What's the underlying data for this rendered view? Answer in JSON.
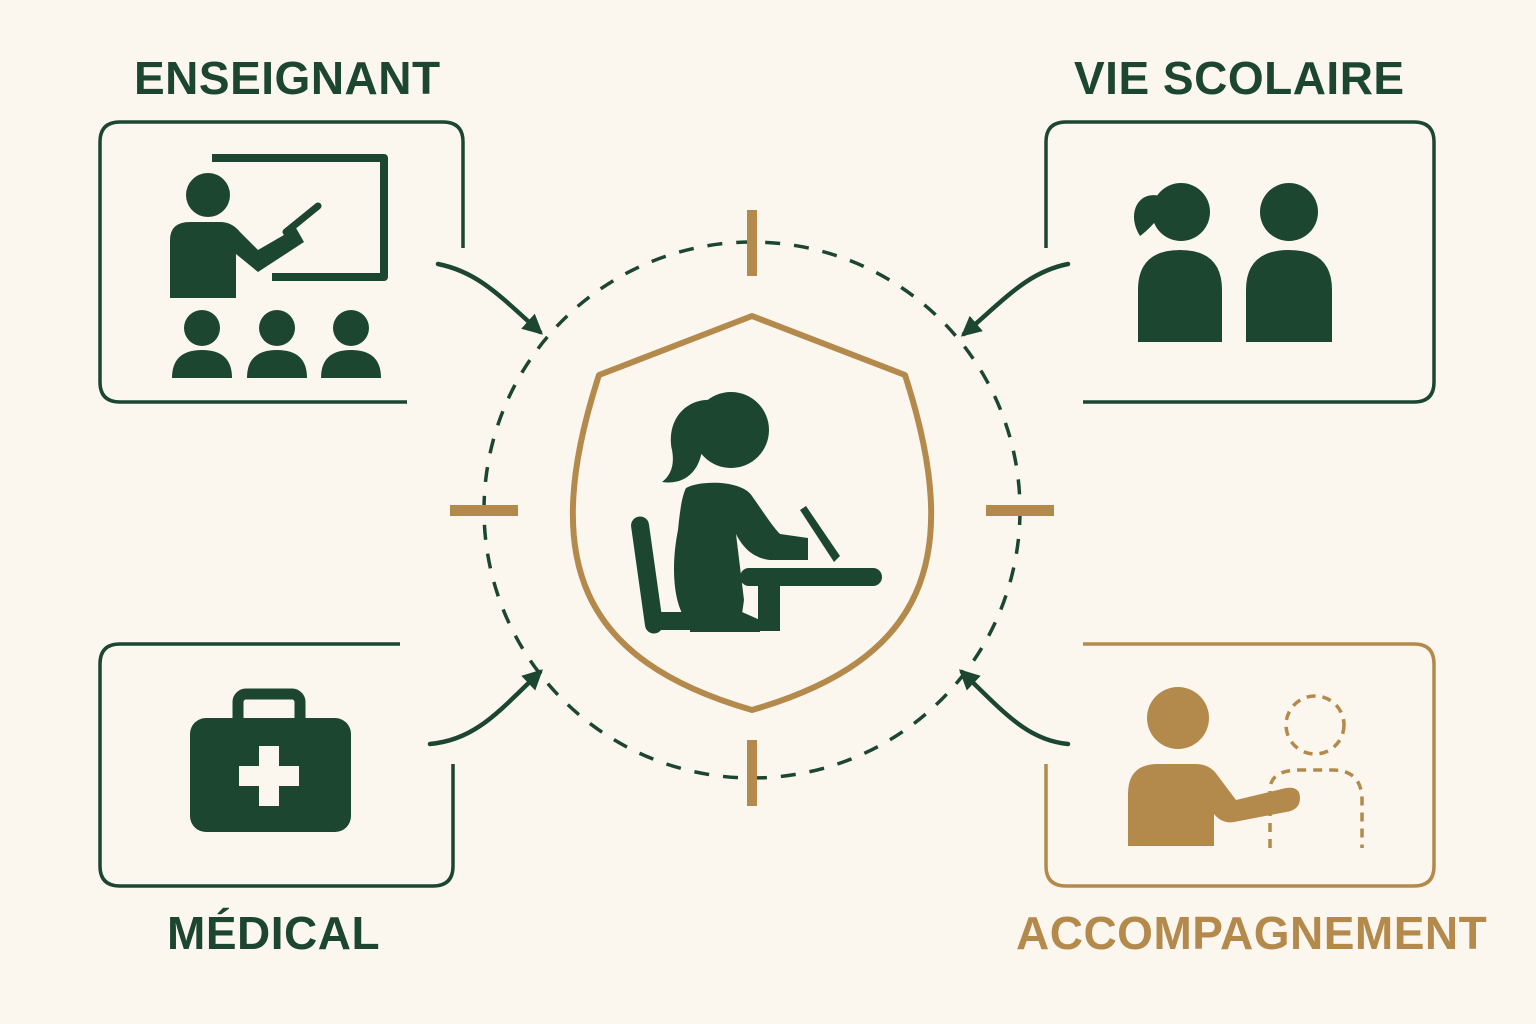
{
  "colors": {
    "background": "#fbf6ee",
    "green": "#1c4630",
    "gold": "#b48a4c"
  },
  "roles": {
    "enseignant": {
      "label": "ENSEIGNANT",
      "icon": "teacher-classroom-icon"
    },
    "vie_scolaire": {
      "label": "VIE SCOLAIRE",
      "icon": "two-people-icon"
    },
    "medical": {
      "label": "MÉDICAL",
      "icon": "medical-kit-icon"
    },
    "accompagnement": {
      "label": "ACCOMPAGNEMENT",
      "icon": "support-person-icon"
    }
  },
  "center": {
    "icon": "student-at-desk-icon",
    "frame": "shield-icon"
  }
}
